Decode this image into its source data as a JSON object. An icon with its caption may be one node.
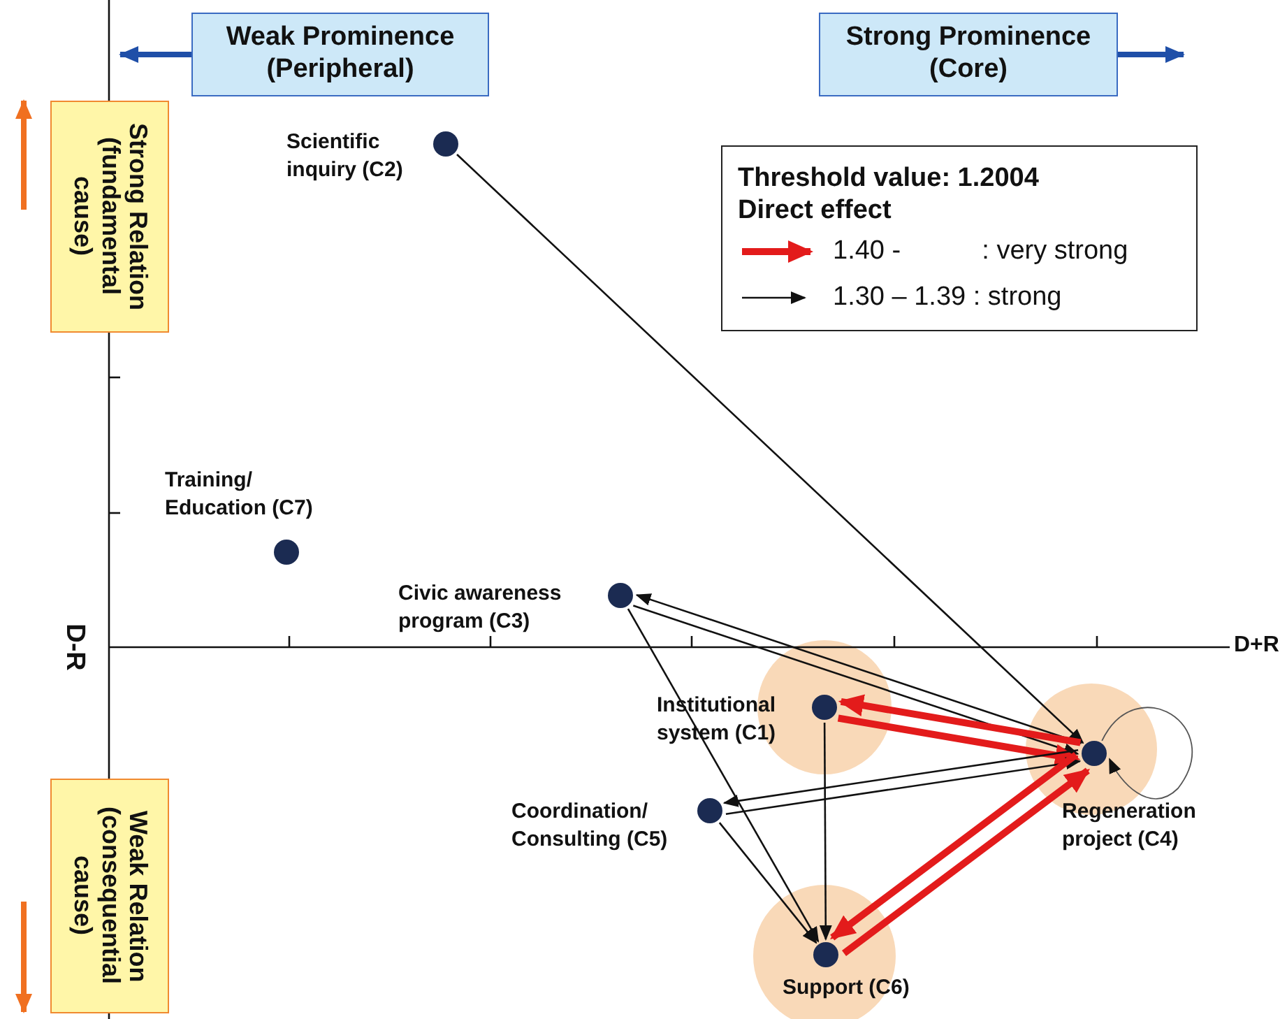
{
  "diagram": {
    "nodes": [
      {
        "text": [
          "Weak Prominence (Peripheral)"
        ]
      },
      {
        "text": [
          "Strong Prominence (Core)"
        ]
      },
      {
        "text": [
          "Strong Relation (fundamental cause)"
        ]
      },
      {
        "text": [],
        "shape": "circle",
        "beside": [
          "Scientific inquiry (C2)"
        ]
      },
      {
        "text": [],
        "shape": "circle",
        "beside": [
          "Training/ Education (C7)"
        ]
      },
      {
        "text": [],
        "shape": "circle",
        "beside": [
          "Civic awareness program (C3)"
        ]
      },
      {
        "text": [],
        "shape": "circle",
        "beside": [
          "Institutional system (C1)"
        ]
      },
      {
        "text": [],
        "shape": "circle",
        "beside": [
          "Coordination/ Consulting (C5)"
        ]
      },
      {
        "text": [],
        "shape": "circle",
        "beside": [
          "Regeneration project (C4)"
        ]
      },
      {
        "text": [
          "Weak Relation (consequential cause)"
        ]
      },
      {
        "text": [],
        "shape": "circle",
        "beside": [
          "Support (C6)"
        ]
      }
    ],
    "edges": [
      {
        "from": 3,
        "to": 8,
        "arrow": "to"
      },
      {
        "from": 5,
        "to": 8,
        "arrow": "to"
      },
      {
        "from": 8,
        "to": 5,
        "arrow": "to"
      },
      {
        "from": 5,
        "to": 10,
        "arrow": "to"
      },
      {
        "from": 6,
        "to": 8,
        "arrow": "to",
        "style": "thick",
        "color": "#e31b1b"
      },
      {
        "from": 8,
        "to": 6,
        "arrow": "to",
        "style": "thick",
        "color": "#e31b1b"
      },
      {
        "from": 6,
        "to": 10,
        "arrow": "to"
      },
      {
        "from": 7,
        "to": 8,
        "arrow": "to"
      },
      {
        "from": 8,
        "to": 7,
        "arrow": "to"
      },
      {
        "from": 7,
        "to": 10,
        "arrow": "to"
      },
      {
        "from": 10,
        "to": 8,
        "arrow": "to",
        "style": "thick",
        "color": "#e31b1b"
      },
      {
        "from": 8,
        "to": 10,
        "arrow": "to",
        "style": "thick",
        "color": "#e31b1b"
      },
      {
        "from": 8,
        "to": 8,
        "arrow": "to"
      }
    ],
    "labels": [
      "Threshold value: 1.2004",
      "Direct effect",
      "D-R",
      "D+R"
    ],
    "legend": [
      {
        "text": "1.40 -           : very strong"
      },
      {
        "text": "1.30 – 1.39 : strong"
      }
    ]
  }
}
